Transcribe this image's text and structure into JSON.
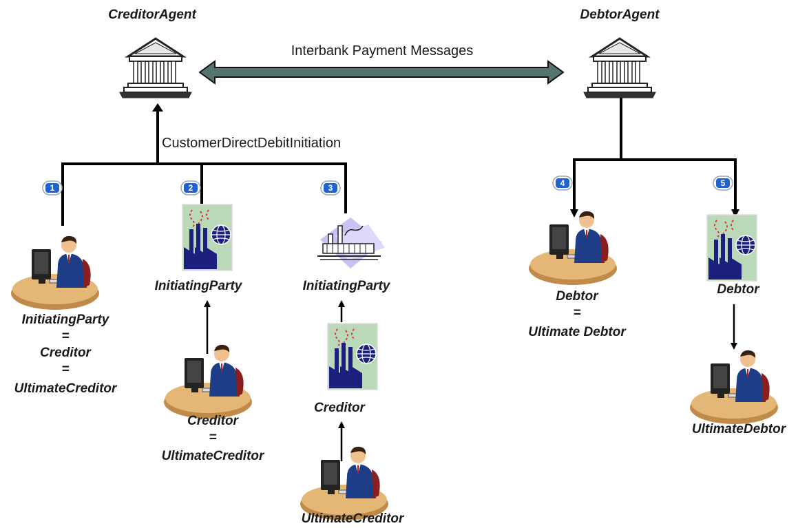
{
  "creditor_agent": {
    "title": "CreditorAgent",
    "icon": "bank-building-icon"
  },
  "debtor_agent": {
    "title": "DebtorAgent",
    "icon": "bank-building-icon"
  },
  "interbank_label": "Interbank Payment Messages",
  "initiation_label": "CustomerDirectDebitInitiation",
  "colors": {
    "line": "#000000",
    "arrow_fill": "#56746f",
    "badge_fill": "#1e63cf",
    "factory_bg": "#b9d9b9",
    "factory_dark": "#1c1f7e",
    "person_suit": "#1d3d86",
    "desk": "#e5b777"
  },
  "scenarios": [
    {
      "badge": "1",
      "party_icon": "person-at-computer-icon",
      "lines": [
        "InitiatingParty",
        "=",
        "Creditor",
        "=",
        "UltimateCreditor"
      ]
    },
    {
      "badge": "2",
      "party_icon": "factory-icon",
      "party_label": "InitiatingParty",
      "sub_icon": "person-at-computer-icon",
      "sub_lines": [
        "Creditor",
        "=",
        "UltimateCreditor"
      ]
    },
    {
      "badge": "3",
      "party_icon": "industrial-plant-icon",
      "party_label": "InitiatingParty",
      "mid_icon": "factory-icon",
      "mid_label": "Creditor",
      "bottom_icon": "person-at-computer-icon",
      "bottom_label": "UltimateCreditor"
    },
    {
      "badge": "4",
      "party_icon": "person-at-computer-icon",
      "lines": [
        "Debtor",
        "=",
        "Ultimate Debtor"
      ]
    },
    {
      "badge": "5",
      "party_icon": "factory-icon",
      "party_label": "Debtor",
      "sub_icon": "person-at-computer-icon",
      "sub_label": "UltimateDebtor"
    }
  ]
}
